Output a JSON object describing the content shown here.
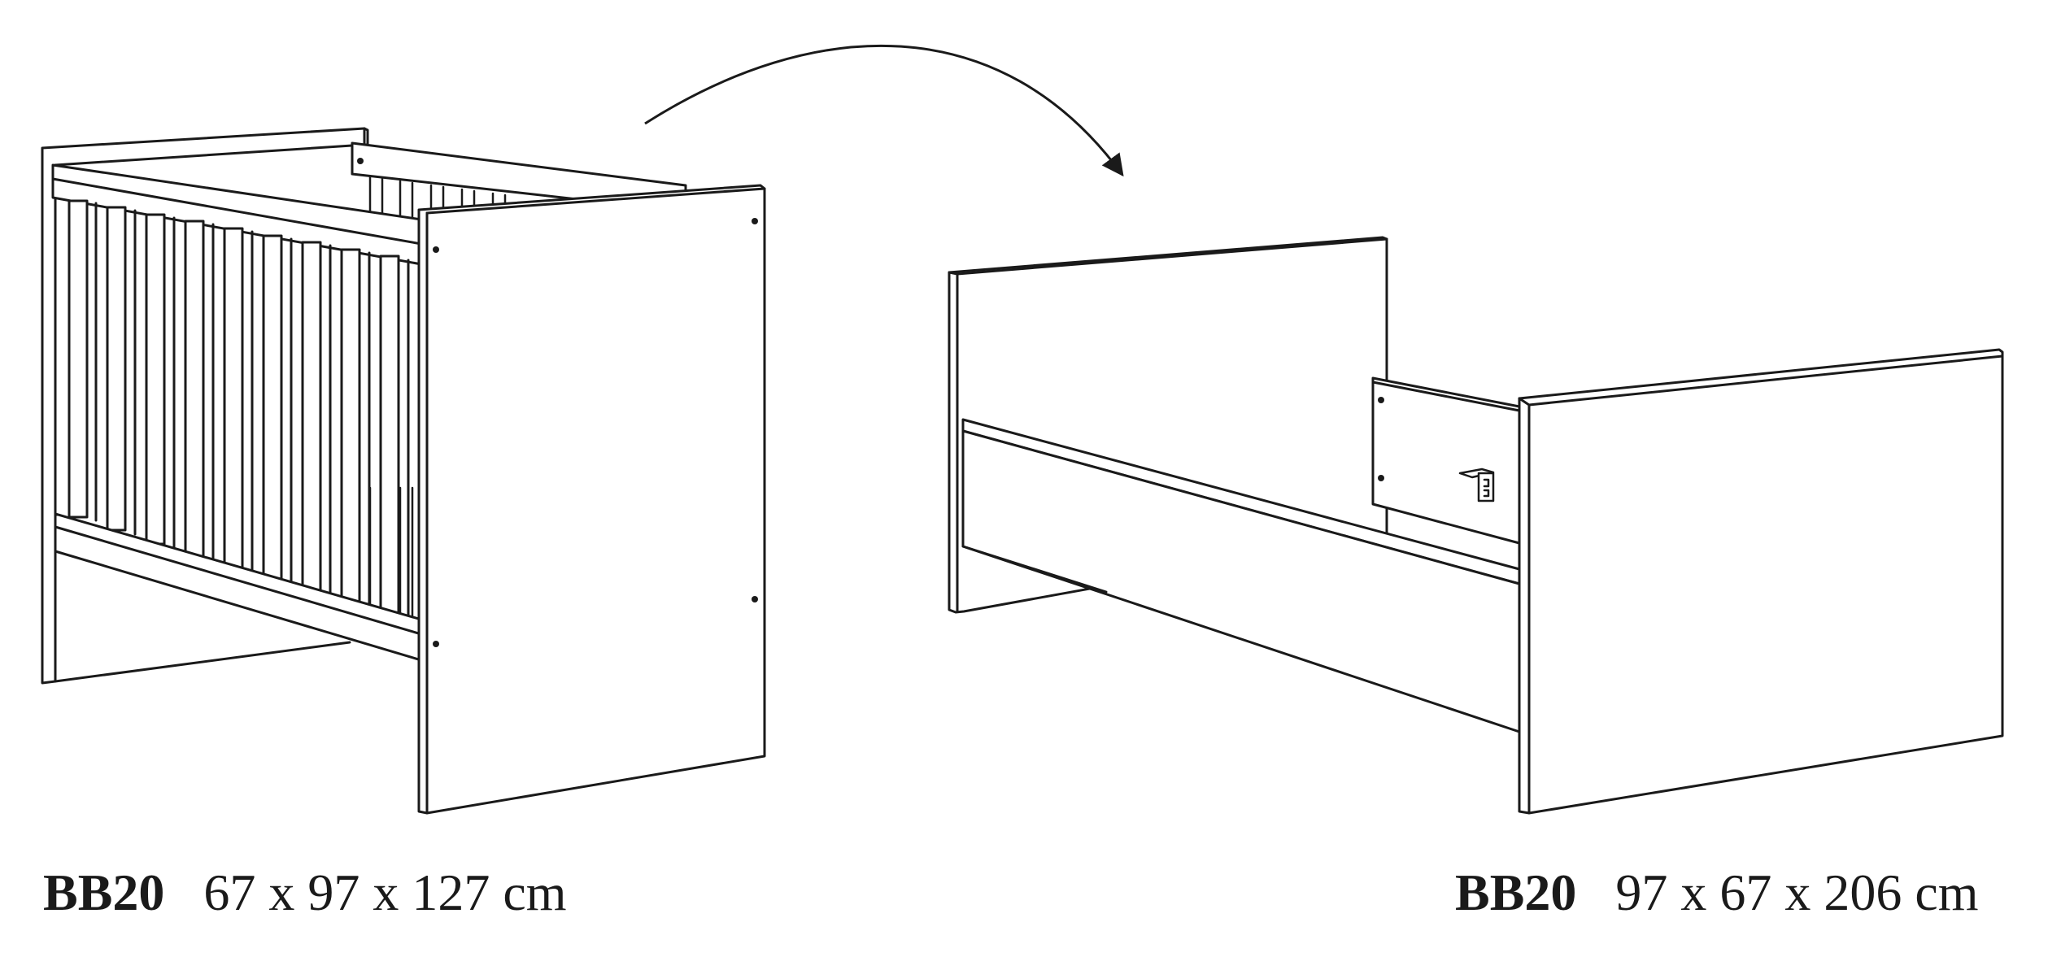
{
  "captions": {
    "crib": {
      "model": "BB20",
      "dimensions": "67 x 97 x 127 cm"
    },
    "bed": {
      "model": "BB20",
      "dimensions": "97 x 67 x 206 cm"
    }
  },
  "colors": {
    "line": "#1a1a1a",
    "background": "#ffffff"
  }
}
